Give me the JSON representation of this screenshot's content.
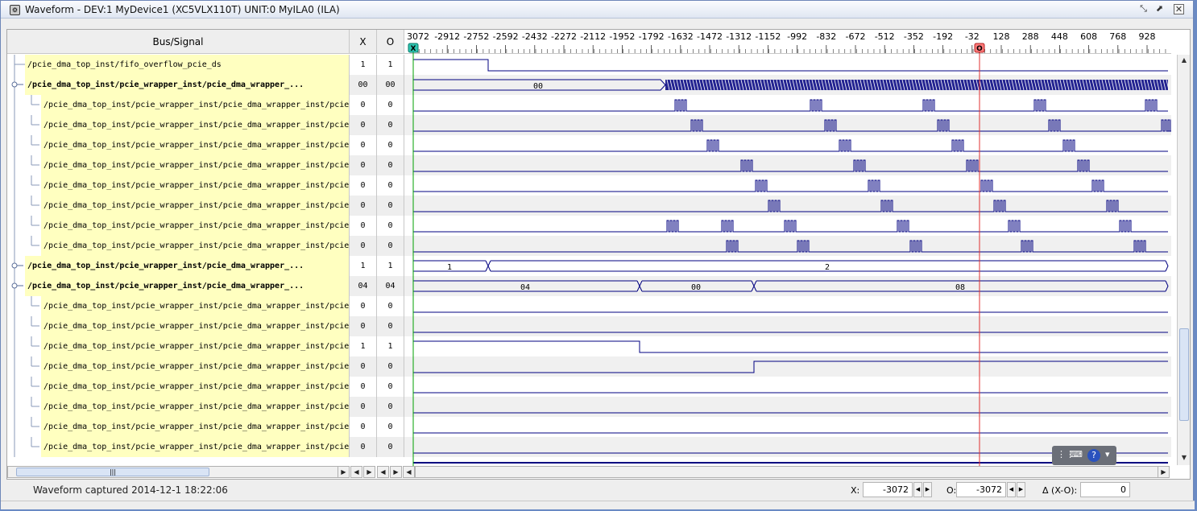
{
  "window": {
    "title": "Waveform - DEV:1 MyDevice1 (XC5VLX110T) UNIT:0 MyILA0 (ILA)"
  },
  "headers": {
    "bus_signal": "Bus/Signal",
    "x": "X",
    "o": "O"
  },
  "ruler": {
    "labels": [
      "3072",
      "-2912",
      "-2752",
      "-2592",
      "-2432",
      "-2272",
      "-2112",
      "-1952",
      "-1792",
      "-1632",
      "-1472",
      "-1312",
      "-1152",
      "-992",
      "-832",
      "-672",
      "-512",
      "-352",
      "-192",
      "-32",
      "128",
      "288",
      "448",
      "608",
      "768",
      "928"
    ],
    "x_cursor_label": "X",
    "o_cursor_label": "O"
  },
  "signals": [
    {
      "name": "/pcie_dma_top_inst/fifo_overflow_pcie_ds",
      "x": "1",
      "o": "1",
      "bus": false,
      "indent": 1
    },
    {
      "name": "/pcie_dma_top_inst/pcie_wrapper_inst/pcie_dma_wrapper_...",
      "x": "00",
      "o": "00",
      "bus": true,
      "indent": 0
    },
    {
      "name": "/pcie_dma_top_inst/pcie_wrapper_inst/pcie_dma_wrapper_inst/pcie",
      "x": "0",
      "o": "0",
      "bus": false,
      "indent": 2
    },
    {
      "name": "/pcie_dma_top_inst/pcie_wrapper_inst/pcie_dma_wrapper_inst/pcie.",
      "x": "0",
      "o": "0",
      "bus": false,
      "indent": 2
    },
    {
      "name": "/pcie_dma_top_inst/pcie_wrapper_inst/pcie_dma_wrapper_inst/pcie.",
      "x": "0",
      "o": "0",
      "bus": false,
      "indent": 2
    },
    {
      "name": "/pcie_dma_top_inst/pcie_wrapper_inst/pcie_dma_wrapper_inst/pcie.",
      "x": "0",
      "o": "0",
      "bus": false,
      "indent": 2
    },
    {
      "name": "/pcie_dma_top_inst/pcie_wrapper_inst/pcie_dma_wrapper_inst/pcie.",
      "x": "0",
      "o": "0",
      "bus": false,
      "indent": 2
    },
    {
      "name": "/pcie_dma_top_inst/pcie_wrapper_inst/pcie_dma_wrapper_inst/pcie.",
      "x": "0",
      "o": "0",
      "bus": false,
      "indent": 2
    },
    {
      "name": "/pcie_dma_top_inst/pcie_wrapper_inst/pcie_dma_wrapper_inst/pcie.",
      "x": "0",
      "o": "0",
      "bus": false,
      "indent": 2
    },
    {
      "name": "/pcie_dma_top_inst/pcie_wrapper_inst/pcie_dma_wrapper_inst/pcie.",
      "x": "0",
      "o": "0",
      "bus": false,
      "indent": 2
    },
    {
      "name": "/pcie_dma_top_inst/pcie_wrapper_inst/pcie_dma_wrapper_...",
      "x": "1",
      "o": "1",
      "bus": true,
      "indent": 0
    },
    {
      "name": "/pcie_dma_top_inst/pcie_wrapper_inst/pcie_dma_wrapper_...",
      "x": "04",
      "o": "04",
      "bus": true,
      "indent": 0
    },
    {
      "name": "/pcie_dma_top_inst/pcie_wrapper_inst/pcie_dma_wrapper_inst/pcie.",
      "x": "0",
      "o": "0",
      "bus": false,
      "indent": 2
    },
    {
      "name": "/pcie_dma_top_inst/pcie_wrapper_inst/pcie_dma_wrapper_inst/pcie.",
      "x": "0",
      "o": "0",
      "bus": false,
      "indent": 2
    },
    {
      "name": "/pcie_dma_top_inst/pcie_wrapper_inst/pcie_dma_wrapper_inst/pcie.",
      "x": "1",
      "o": "1",
      "bus": false,
      "indent": 2
    },
    {
      "name": "/pcie_dma_top_inst/pcie_wrapper_inst/pcie_dma_wrapper_inst/pcie.",
      "x": "0",
      "o": "0",
      "bus": false,
      "indent": 2
    },
    {
      "name": "/pcie_dma_top_inst/pcie_wrapper_inst/pcie_dma_wrapper_inst/pcie.",
      "x": "0",
      "o": "0",
      "bus": false,
      "indent": 2
    },
    {
      "name": "/pcie_dma_top_inst/pcie_wrapper_inst/pcie_dma_wrapper_inst/pcie.",
      "x": "0",
      "o": "0",
      "bus": false,
      "indent": 2
    },
    {
      "name": "/pcie_dma_top_inst/pcie_wrapper_inst/pcie_dma_wrapper_inst/pcie.",
      "x": "0",
      "o": "0",
      "bus": false,
      "indent": 2
    },
    {
      "name": "/pcie_dma_top_inst/pcie_wrapper_inst/pcie_dma_wrapper_inst/pcie.",
      "x": "0",
      "o": "0",
      "bus": false,
      "indent": 2
    }
  ],
  "bus_values": {
    "row1": [
      "00"
    ],
    "row10": [
      "1",
      "2"
    ],
    "row11": [
      "04",
      "00",
      "08"
    ]
  },
  "status": {
    "message": "Waveform captured 2014-12-1 18:22:06",
    "x_label": "X:",
    "x_value": "-3072",
    "o_label": "O:",
    "o_value": "-3072",
    "delta_label": "Δ (X-O):",
    "delta_value": "0"
  },
  "colors": {
    "wave": "#000080",
    "x_cursor": "#00a000",
    "o_cursor": "#e03030",
    "signal_label_bg": "#ffffc0"
  }
}
